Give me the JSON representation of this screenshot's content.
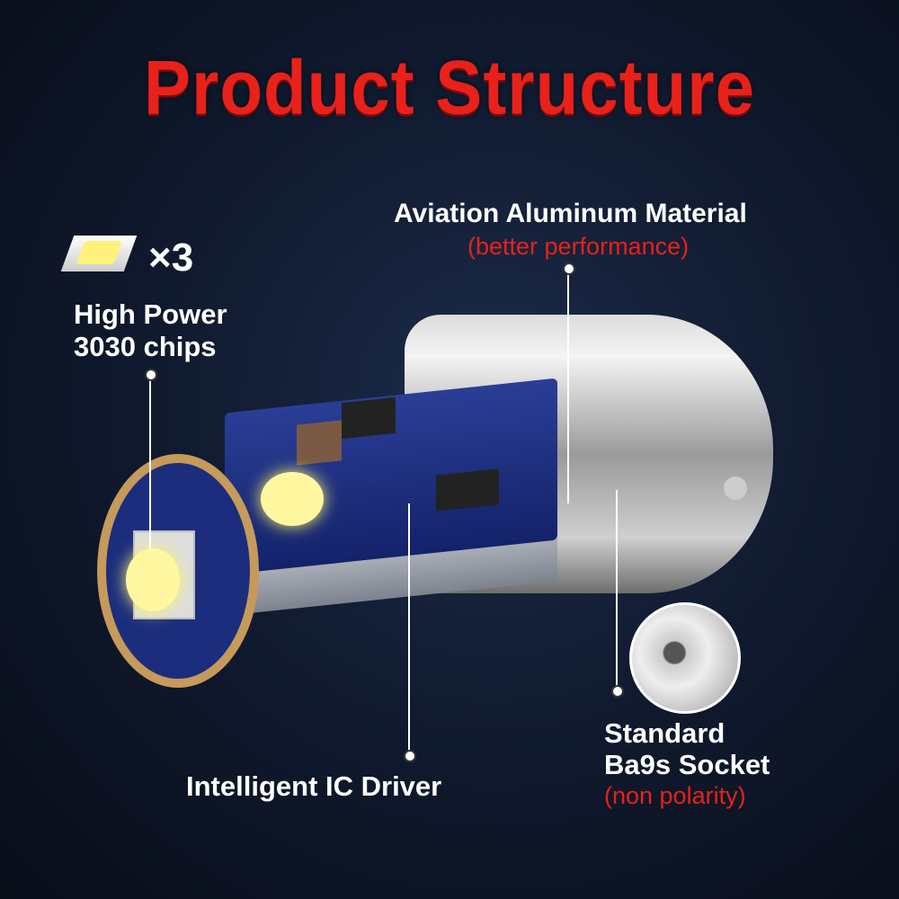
{
  "title": "Product Structure",
  "chips": {
    "multiplier": "×3",
    "line1": "High Power",
    "line2": "3030 chips"
  },
  "housing": {
    "label": "Aviation Aluminum Material",
    "note": "(better performance)"
  },
  "driver": {
    "label": "Intelligent IC Driver"
  },
  "socket": {
    "line1": "Standard",
    "line2": "Ba9s Socket",
    "note": "(non polarity)"
  },
  "colors": {
    "title": "#e8211b",
    "note": "#e8211b",
    "background": "#111b30",
    "pcb": "#1f3185"
  }
}
